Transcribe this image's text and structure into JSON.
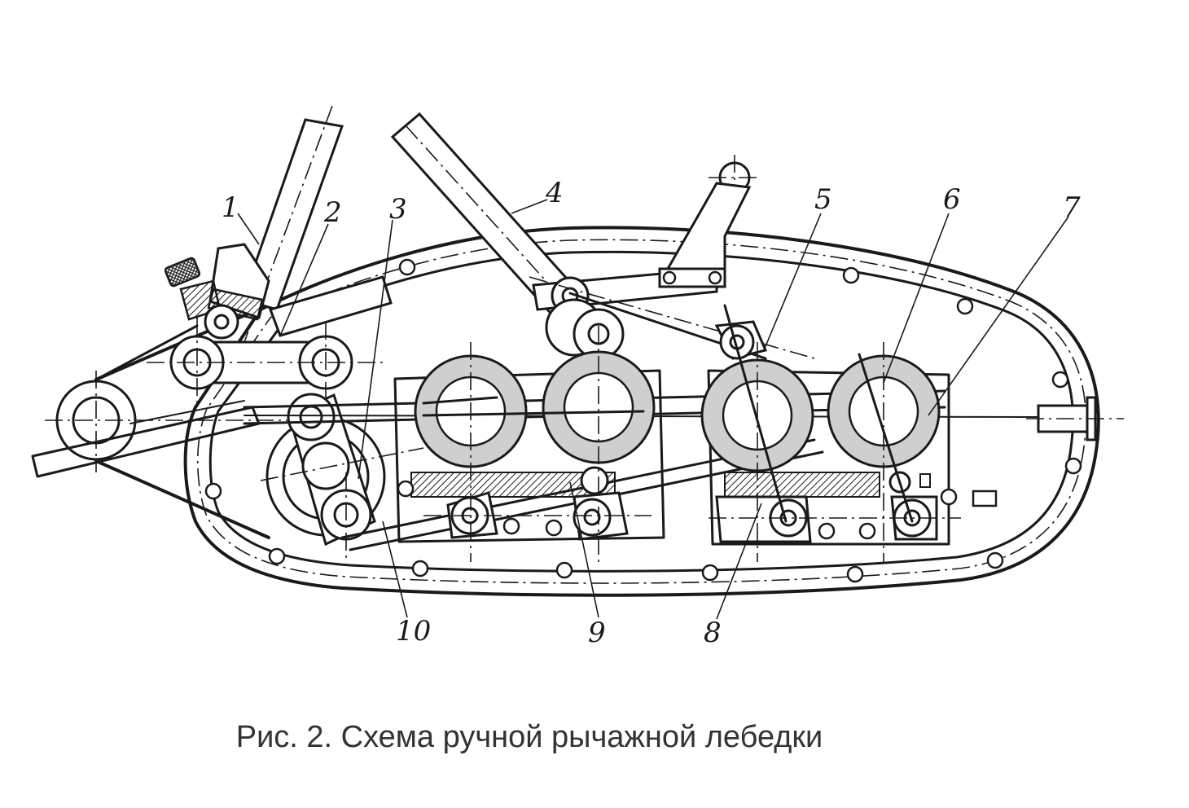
{
  "caption": "Рис. 2. Схема ручной рычажной лебедки",
  "part_labels": [
    "1",
    "2",
    "3",
    "4",
    "5",
    "6",
    "7",
    "8",
    "9",
    "10"
  ],
  "colors": {
    "ink": "#1a1a1a",
    "caption": "#333333",
    "background": "#ffffff"
  }
}
